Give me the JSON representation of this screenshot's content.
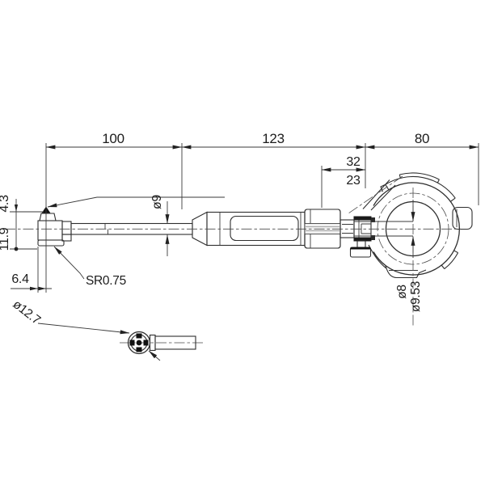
{
  "drawing": {
    "title": "bore-gauge-technical-drawing",
    "dims": {
      "overall_left": "100",
      "overall_mid": "123",
      "overall_right": "80",
      "stem_upper": "32",
      "stem_lower": "23",
      "rod_diameter": "ø9",
      "tip_travel": "4.3",
      "head_height": "11.9",
      "head_width": "6.4",
      "contact_radius": "SR0.75",
      "stem_bore_diameter": "ø8",
      "stem_outer_diameter": "ø9.53",
      "detail_diameter": "ø12.7"
    }
  }
}
